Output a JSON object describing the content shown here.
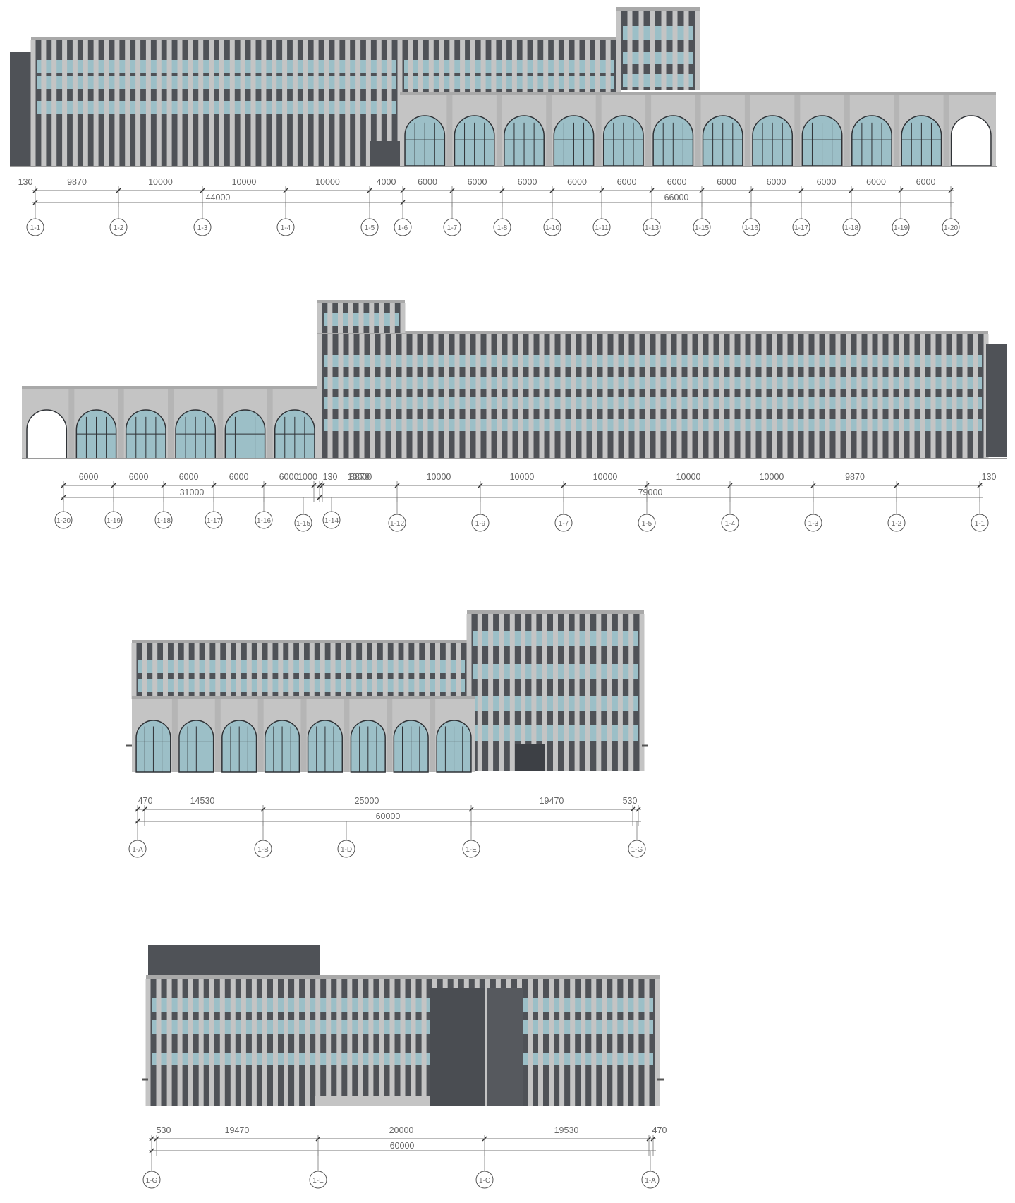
{
  "colors": {
    "concrete": "#c4c4c4",
    "concrete_dark": "#a9a9a9",
    "wall_dark": "#4f5257",
    "glass": "#9cbfc7",
    "frame": "#2f3236",
    "dim_line": "#777777",
    "dim_text": "#666666"
  },
  "elevations": [
    {
      "id": "elevation-1",
      "dims": [
        "130",
        "9870",
        "10000",
        "10000",
        "10000",
        "4000",
        "6000",
        "6000",
        "6000",
        "6000",
        "6000",
        "6000",
        "6000",
        "6000",
        "6000",
        "6000",
        "6000"
      ],
      "totals": [
        "44000",
        "66000"
      ],
      "axes": [
        "1-1",
        "1-2",
        "1-3",
        "1-4",
        "1-5",
        "1-6",
        "1-7",
        "1-8",
        "1-10",
        "1-11",
        "1-13",
        "1-15",
        "1-16",
        "1-17",
        "1-18",
        "1-19",
        "1-20"
      ]
    },
    {
      "id": "elevation-2",
      "dims": [
        "6000",
        "6000",
        "6000",
        "6000",
        "6000",
        "1000",
        "130",
        "8870",
        "10000",
        "10000",
        "10000",
        "10000",
        "10000",
        "10000",
        "9870",
        "130"
      ],
      "totals": [
        "31000",
        "79000"
      ],
      "axes": [
        "1-20",
        "1-19",
        "1-18",
        "1-17",
        "1-16",
        "1-15",
        "1-14",
        "1-12",
        "1-9",
        "1-7",
        "1-5",
        "1-4",
        "1-3",
        "1-2",
        "1-1"
      ]
    },
    {
      "id": "elevation-3",
      "dims": [
        "470",
        "14530",
        "25000",
        "19470",
        "530"
      ],
      "totals": [
        "60000"
      ],
      "axes": [
        "1-A",
        "1-B",
        "1-D",
        "1-E",
        "1-G"
      ]
    },
    {
      "id": "elevation-4",
      "dims": [
        "530",
        "19470",
        "20000",
        "19530",
        "470"
      ],
      "totals": [
        "60000"
      ],
      "axes": [
        "1-G",
        "1-E",
        "1-C",
        "1-A"
      ]
    }
  ]
}
